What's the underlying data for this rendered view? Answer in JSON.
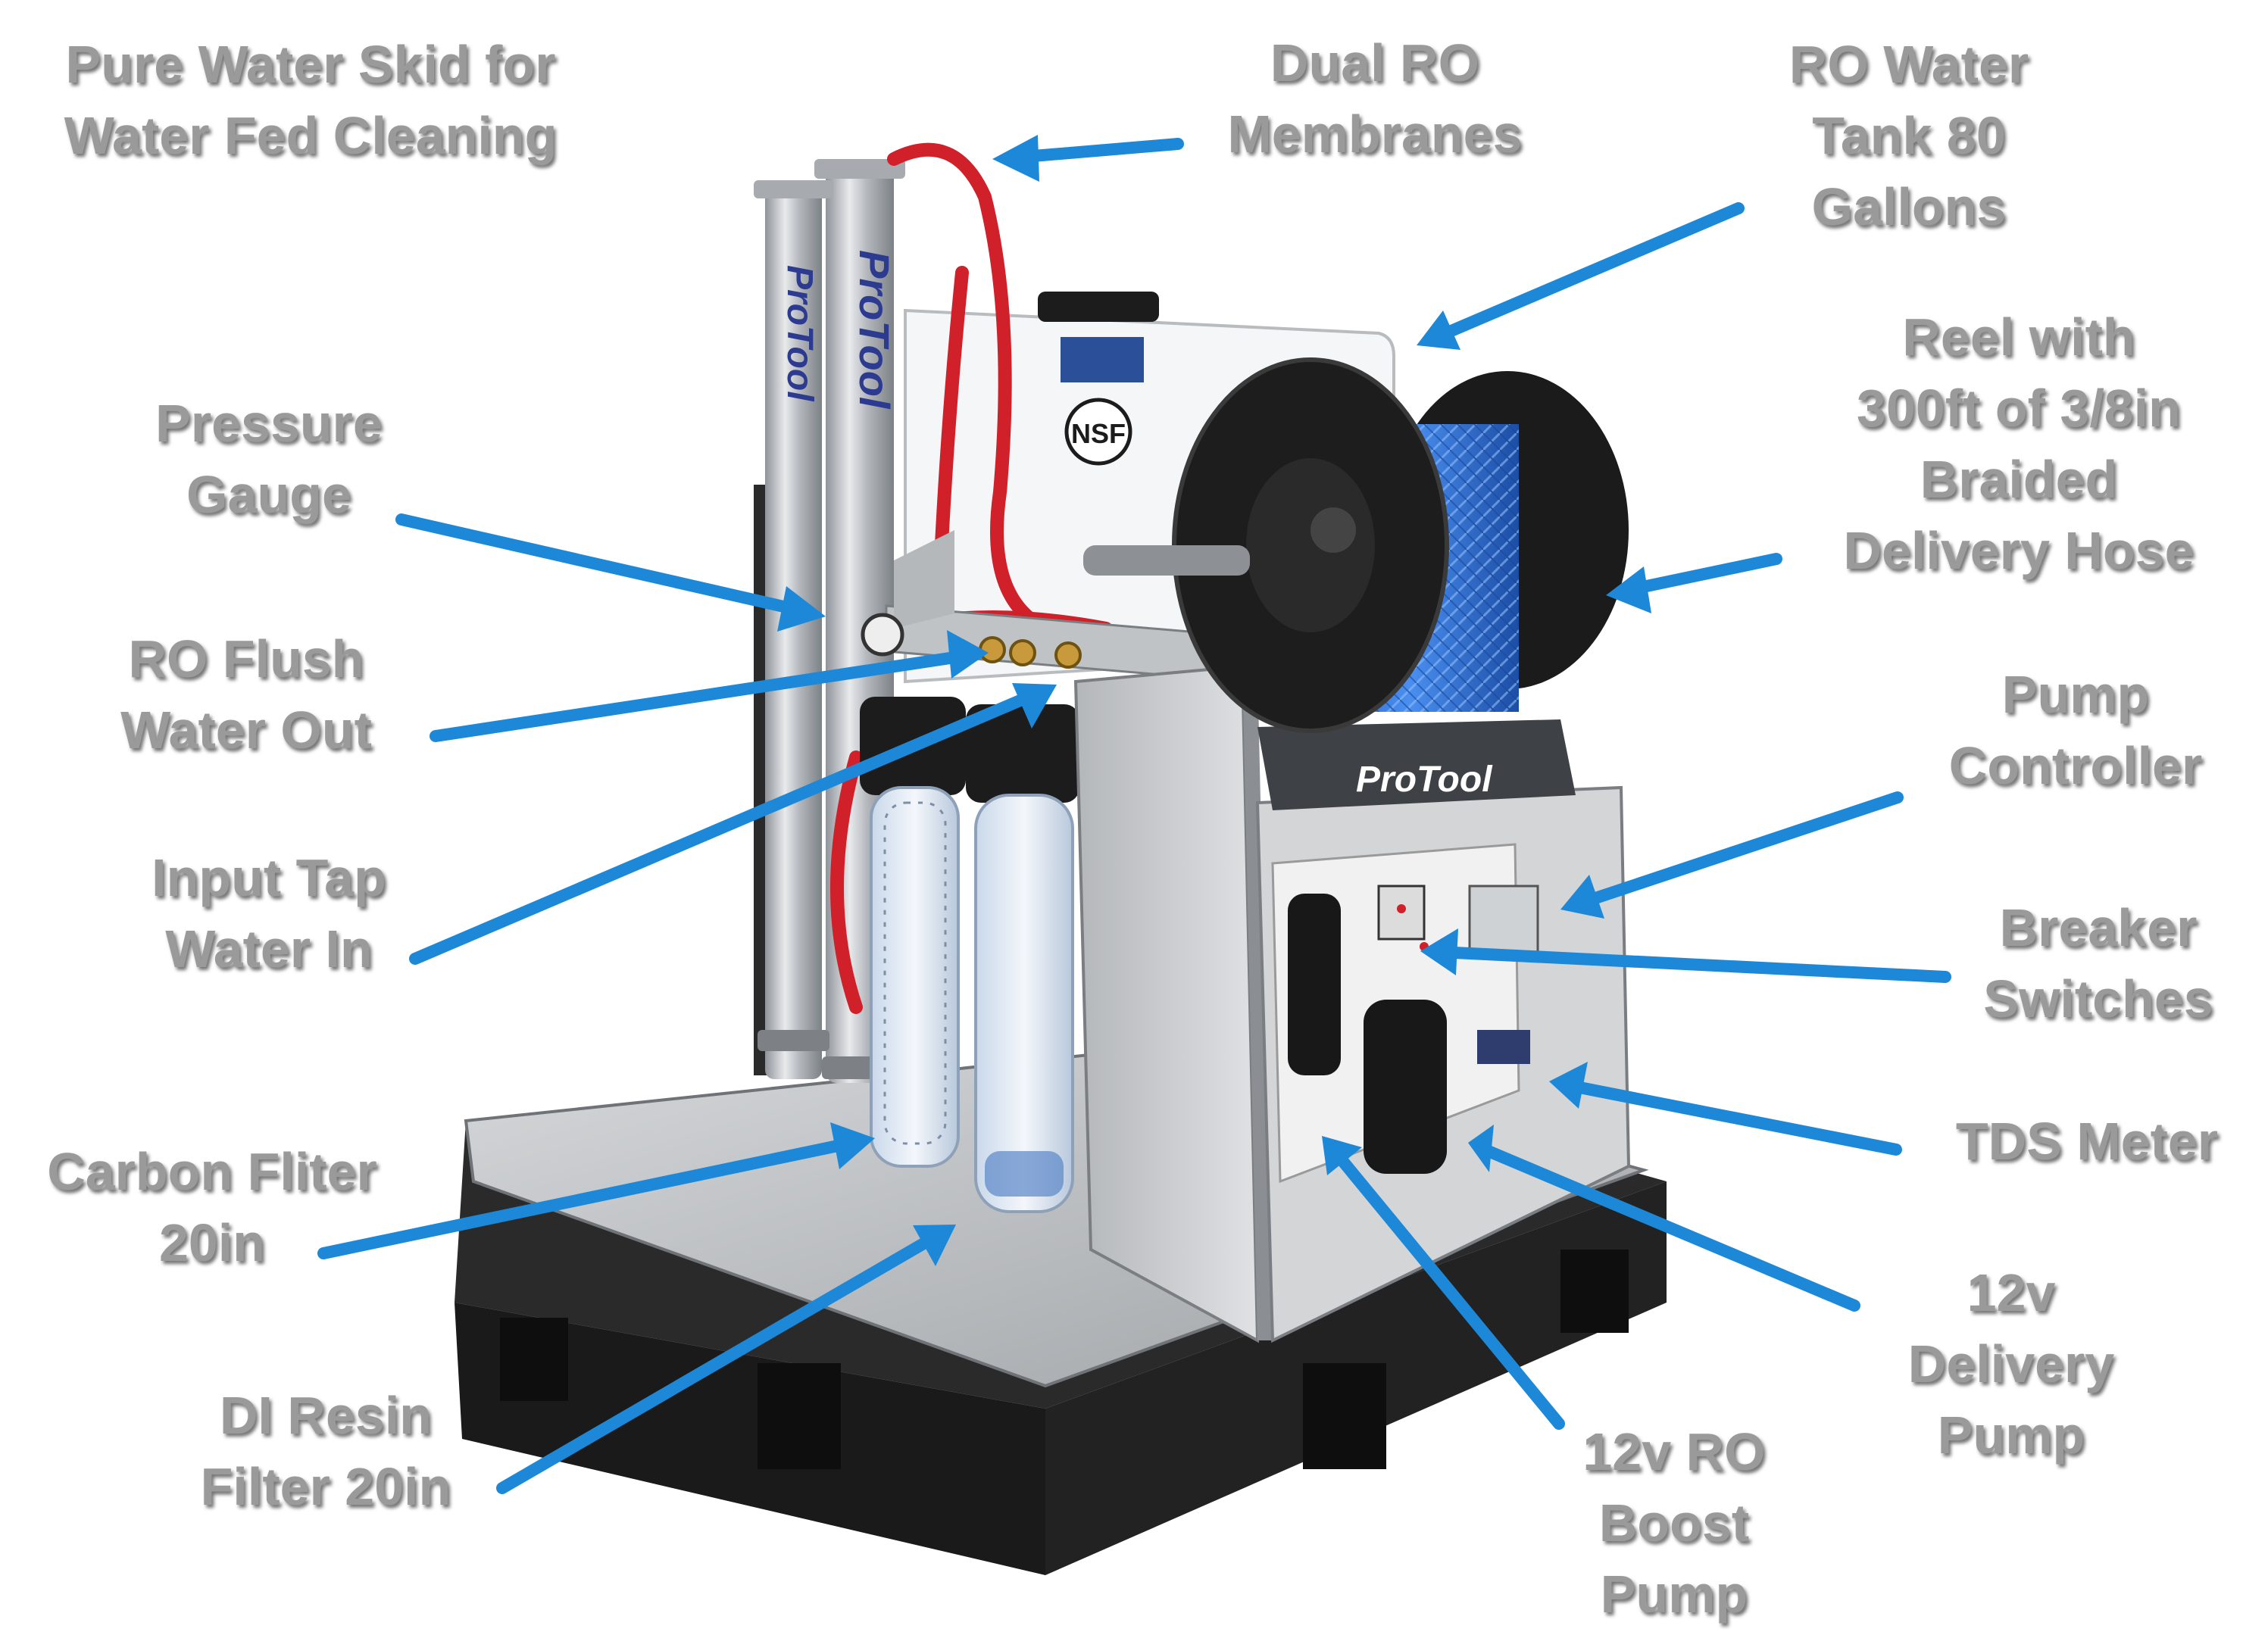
{
  "title": {
    "lines": [
      "Pure Water Skid for",
      "Water Fed Cleaning"
    ]
  },
  "callouts": [
    {
      "id": "dual-ro",
      "lines": [
        "Dual RO",
        "Membranes"
      ]
    },
    {
      "id": "ro-tank",
      "lines": [
        "RO Water",
        "Tank 80",
        "Gallons"
      ]
    },
    {
      "id": "reel",
      "lines": [
        "Reel with",
        "300ft of 3/8in",
        "Braided",
        "Delivery Hose"
      ]
    },
    {
      "id": "pressure-gauge",
      "lines": [
        "Pressure",
        "Gauge"
      ]
    },
    {
      "id": "ro-flush",
      "lines": [
        "RO Flush",
        "Water Out"
      ]
    },
    {
      "id": "input-tap",
      "lines": [
        "Input Tap",
        "Water In"
      ]
    },
    {
      "id": "pump-controller",
      "lines": [
        "Pump",
        "Controller"
      ]
    },
    {
      "id": "breaker",
      "lines": [
        "Breaker",
        "Switches"
      ]
    },
    {
      "id": "tds",
      "lines": [
        "TDS Meter"
      ]
    },
    {
      "id": "carbon",
      "lines": [
        "Carbon Fliter",
        "20in"
      ]
    },
    {
      "id": "di-resin",
      "lines": [
        "DI Resin",
        "Filter 20in"
      ]
    },
    {
      "id": "delivery-pump",
      "lines": [
        "12v",
        "Delivery",
        "Pump"
      ]
    },
    {
      "id": "boost-pump",
      "lines": [
        "12v RO",
        "Boost",
        "Pump"
      ]
    }
  ],
  "branding": {
    "membrane_text": "ProTool",
    "reel_base_text": "ProTool",
    "tank_label_text": "NSF"
  },
  "colors": {
    "label_text": "#9a9a9a",
    "arrow": "#1e88d8",
    "hose_red": "#d0202a",
    "hose_blue": "#2c6fd6",
    "steel": "#c9ccd0",
    "pallet": "#1c1c1c"
  }
}
